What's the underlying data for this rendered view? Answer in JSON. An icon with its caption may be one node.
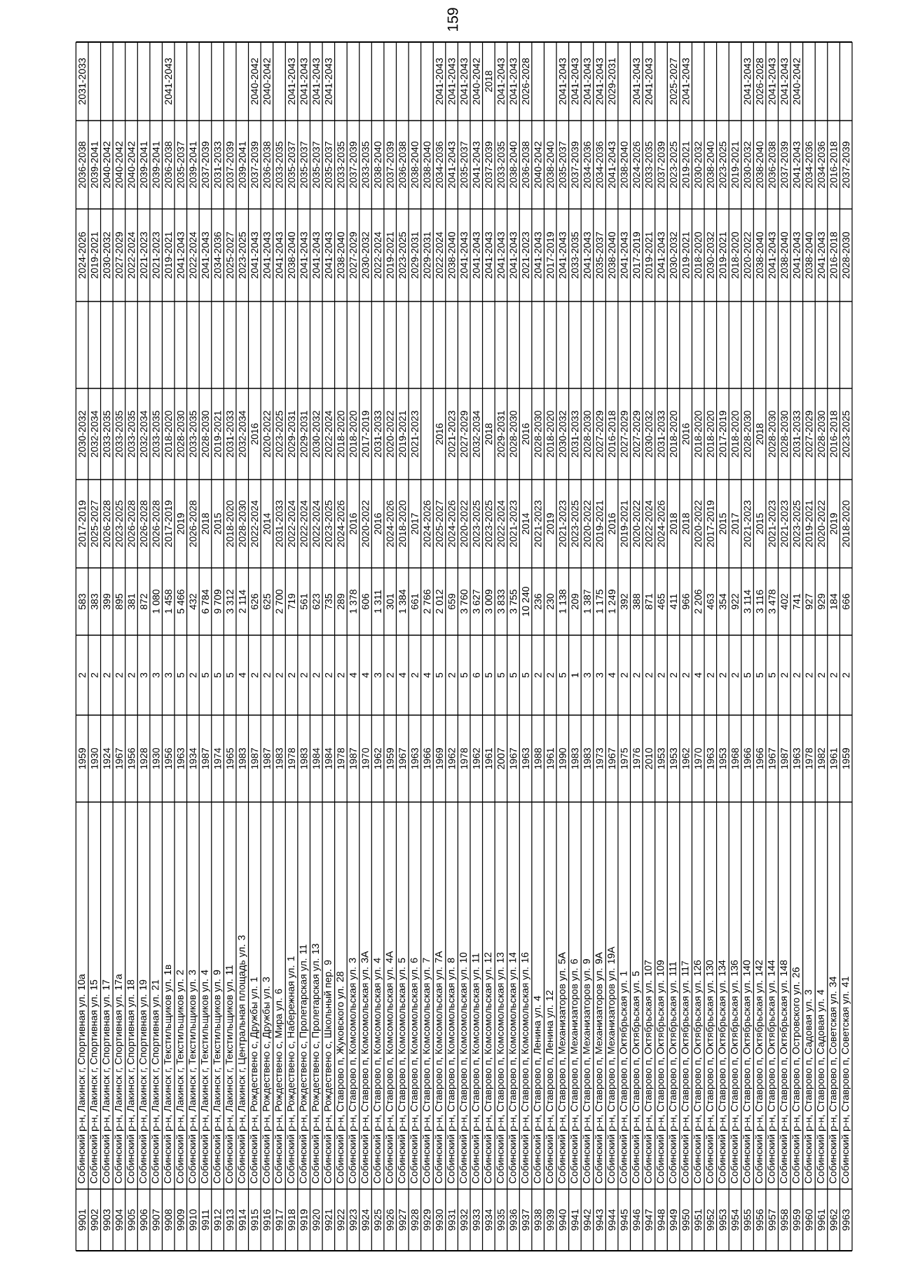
{
  "diagram": {
    "labels": [
      "159",
      "9901",
      "Собинский р-н, Лакинск г, Спортивная ул. 10а",
      "1959",
      "2",
      "583",
      "2017-2019",
      "2030-2032",
      "2024-2026",
      "2036-2038",
      "2031-2033",
      "9902",
      "Собинский р-н, Лакинск г, Спортивная ул. 15",
      "1930",
      "2",
      "383",
      "2025-2027",
      "2032-2034",
      "2019-2021",
      "2039-2041",
      "9903",
      "Собинский р-н, Лакинск г, Спортивная ул. 17",
      "1924",
      "2",
      "399",
      "2026-2028",
      "2033-2035",
      "2030-2032",
      "2040-2042",
      "9904",
      "Собинский р-н, Лакинск г, Спортивная ул. 17а",
      "1967",
      "2",
      "895",
      "2023-2025",
      "2033-2035",
      "2027-2029",
      "2040-2042",
      "9905",
      "Собинский р-н, Лакинск г, Спортивная ул. 18",
      "1956",
      "2",
      "381",
      "2026-2028",
      "2033-2035",
      "2022-2024",
      "2040-2042",
      "9906",
      "Собинский р-н, Лакинск г, Спортивная ул. 19",
      "1928",
      "3",
      "872",
      "2026-2028",
      "2032-2034",
      "2021-2023",
      "2039-2041",
      "9907",
      "Собинский р-н, Лакинск г, Спортивная ул. 21",
      "1930",
      "3",
      "1 080",
      "2026-2028",
      "2033-2035",
      "2021-2023",
      "2039-2041",
      "9908",
      "Собинский р-н, Лакинск г, Текстильщиков ул. 1в",
      "1956",
      "3",
      "1 458",
      "2017-2019",
      "2018-2020",
      "2019-2021",
      "2036-2038",
      "2041-2043",
      "9909",
      "Собинский р-н, Лакинск г, Текстильщиков ул. 2",
      "1963",
      "5",
      "5 466",
      "2019",
      "2028-2030",
      "2041-2043",
      "2035-2037",
      "9910",
      "Собинский р-н, Лакинск г, Текстильщиков ул. 3",
      "1934",
      "2",
      "432",
      "2026-2028",
      "2033-2035",
      "2022-2024",
      "2039-2041",
      "9911",
      "Собинский р-н, Лакинск г, Текстильщиков ул. 4",
      "1987",
      "5",
      "6 784",
      "2018",
      "2028-2030",
      "2041-2043",
      "2037-2039",
      "9912",
      "Собинский р-н, Лакинск г, Текстильщиков ул. 9",
      "1974",
      "5",
      "9 709",
      "2015",
      "2019-2021",
      "2034-2036",
      "2031-2033",
      "9913",
      "Собинский р-н, Лакинск г, Текстильщиков ул. 11",
      "1965",
      "5",
      "3 312",
      "2018-2020",
      "2031-2033",
      "2025-2027",
      "2037-2039",
      "9914",
      "Собинский р-н, Лакинск г, Центральная площадь ул. 3",
      "1983",
      "4",
      "2 114",
      "2028-2030",
      "2032-2034",
      "2023-2025",
      "2039-2041",
      "9915",
      "Собинский р-н, Рождествено с, Дружбы ул. 1",
      "1987",
      "2",
      "626",
      "2022-2024",
      "2016",
      "2041-2043",
      "2037-2039",
      "2040-2042",
      "9916",
      "Собинский р-н, Рождествено с, Дружбы ул. 3",
      "1987",
      "2",
      "625",
      "2014",
      "2020-2022",
      "2041-2043",
      "2036-2038",
      "2040-2042",
      "9917",
      "Собинский р-н, Рождествено с, Мира ул. 6",
      "1983",
      "2",
      "2 700",
      "2031-2033",
      "2023-2025",
      "2041-2043",
      "2033-2035",
      "9918",
      "Собинский р-н, Рождествено с, Набережная ул. 1",
      "1978",
      "2",
      "719",
      "2022-2024",
      "2029-2031",
      "2038-2040",
      "2035-2037",
      "2041-2043",
      "9919",
      "Собинский р-н, Рождествено с, Пролетарская ул. 11",
      "1983",
      "2",
      "561",
      "2022-2024",
      "2029-2031",
      "2041-2043",
      "2035-2037",
      "2041-2043",
      "9920",
      "Собинский р-н, Рождествено с, Пролетарская ул. 13",
      "1984",
      "2",
      "623",
      "2022-2024",
      "2030-2032",
      "2041-2043",
      "2035-2037",
      "2041-2043",
      "9921",
      "Собинский р-н, Рождествено с, Школьный пер. 9",
      "1984",
      "2",
      "735",
      "2023-2025",
      "2022-2024",
      "2041-2043",
      "2035-2037",
      "2041-2043",
      "9922",
      "Собинский р-н, Ставрово п, Жуковского ул. 28",
      "1978",
      "2",
      "289",
      "2024-2026",
      "2018-2020",
      "2038-2040",
      "2033-2035",
      "9923",
      "Собинский р-н, Ставрово п, Комсомольская ул. 3",
      "1987",
      "4",
      "1 378",
      "2016",
      "2018-2020",
      "2027-2029",
      "2037-2039",
      "9924",
      "Собинский р-н, Ставрово п, Комсомольская ул. 3А",
      "1970",
      "4",
      "606",
      "2020-2022",
      "2017-2019",
      "2030-2032",
      "2033-2035",
      "9925",
      "Собинский р-н, Ставрово п, Комсомольская ул. 4",
      "1962",
      "3",
      "1 311",
      "2016",
      "2031-2033",
      "2022-2024",
      "2038-2040",
      "9926",
      "Собинский р-н, Ставрово п, Комсомольская ул. 4А",
      "1959",
      "2",
      "301",
      "2024-2026",
      "2020-2022",
      "2019-2021",
      "2037-2039",
      "9927",
      "Собинский р-н, Ставрово п, Комсомольская ул. 5",
      "1967",
      "4",
      "1 384",
      "2018-2020",
      "2019-2021",
      "2023-2025",
      "2036-2038",
      "9928",
      "Собинский р-н, Ставрово п, Комсомольская ул. 6",
      "1963",
      "2",
      "661",
      "2017",
      "2021-2023",
      "2029-2031",
      "2038-2040",
      "9929",
      "Собинский р-н, Ставрово п, Комсомольская ул. 7",
      "1966",
      "4",
      "2 766",
      "2024-2026",
      "2029-2031",
      "2038-2040",
      "9930",
      "Собинский р-н, Ставрово п, Комсомольская ул. 7А",
      "1969",
      "5",
      "2 012",
      "2025-2027",
      "2016",
      "2022-2024",
      "2034-2036",
      "2041-2043",
      "9931",
      "Собинский р-н, Ставрово п, Комсомольская ул. 8",
      "1962",
      "2",
      "659",
      "2024-2026",
      "2021-2023",
      "2038-2040",
      "2041-2043",
      "2041-2043",
      "9932",
      "Собинский р-н, Ставрово п, Комсомольская ул. 10",
      "1978",
      "5",
      "3 760",
      "2020-2022",
      "2027-2029",
      "2041-2043",
      "2035-2037",
      "2041-2043",
      "9933",
      "Собинский р-н, Ставрово п, Комсомольская ул. 11",
      "1962",
      "6",
      "3 627",
      "2023-2025",
      "2032-2034",
      "2041-2043",
      "2041-2043",
      "2040-2042",
      "9934",
      "Собинский р-н, Ставрово п, Комсомольская ул. 12",
      "1961",
      "5",
      "3 009",
      "2023-2025",
      "2018",
      "2041-2043",
      "2037-2039",
      "2018",
      "9935",
      "Собинский р-н, Ставрово п, Комсомольская ул. 13",
      "2007",
      "5",
      "3 833",
      "2022-2024",
      "2029-2031",
      "2041-2043",
      "2033-2035",
      "2041-2043",
      "9936",
      "Собинский р-н, Ставрово п, Комсомольская ул. 14",
      "1967",
      "5",
      "3 755",
      "2021-2023",
      "2028-2030",
      "2041-2043",
      "2038-2040",
      "2041-2043",
      "9937",
      "Собинский р-н, Ставрово п, Комсомольская ул. 16",
      "1963",
      "5",
      "10 240",
      "2014",
      "2016",
      "2021-2023",
      "2036-2038",
      "2026-2028",
      "9938",
      "Собинский р-н, Ставрово п, Ленина ул. 4",
      "1988",
      "2",
      "236",
      "2021-2023",
      "2028-2030",
      "2041-2043",
      "2040-2042",
      "9939",
      "Собинский р-н, Ставрово п, Ленина ул. 12",
      "1961",
      "2",
      "230",
      "2019",
      "2018-2020",
      "2017-2019",
      "2038-2040",
      "9940",
      "Собинский р-н, Ставрово п, Механизаторов ул. 5А",
      "1990",
      "5",
      "1 138",
      "2021-2023",
      "2030-2032",
      "2041-2043",
      "2035-2037",
      "2041-2043",
      "9941",
      "Собинский р-н, Ставрово п, Механизаторов ул. 6",
      "1983",
      "1",
      "209",
      "2023-2025",
      "2031-2033",
      "2033-2035",
      "2037-2039",
      "2041-2043",
      "9942",
      "Собинский р-н, Ставрово п, Механизаторов ул. 9",
      "1983",
      "3",
      "1 387",
      "2020-2022",
      "2028-2030",
      "2041-2043",
      "2034-2036",
      "2041-2043",
      "9943",
      "Собинский р-н, Ставрово п, Механизаторов ул. 9А",
      "1973",
      "3",
      "1 175",
      "2019-2021",
      "2027-2029",
      "2035-2037",
      "2034-2036",
      "2041-2043",
      "9944",
      "Собинский р-н, Ставрово п, Механизаторов ул. 19А",
      "1967",
      "4",
      "1 249",
      "2016",
      "2016-2018",
      "2038-2040",
      "2041-2043",
      "2029-2031",
      "9945",
      "Собинский р-н, Ставрово п, Октябрьская ул. 1",
      "1975",
      "2",
      "392",
      "2019-2021",
      "2027-2029",
      "2041-2043",
      "2038-2040",
      "9946",
      "Собинский р-н, Ставрово п, Октябрьская ул. 5",
      "1976",
      "2",
      "388",
      "2020-2022",
      "2027-2029",
      "2017-2019",
      "2024-2026",
      "2041-2043",
      "9947",
      "Собинский р-н, Ставрово п, Октябрьская ул. 107",
      "2010",
      "2",
      "871",
      "2022-2024",
      "2030-2032",
      "2019-2021",
      "2033-2035",
      "2041-2043",
      "9948",
      "Собинский р-н, Ставрово п, Октябрьская ул. 109",
      "1953",
      "2",
      "465",
      "2024-2026",
      "2031-2033",
      "2041-2043",
      "2037-2039",
      "9949",
      "Собинский р-н, Ставрово п, Октябрьская ул. 111",
      "1953",
      "2",
      "411",
      "2018",
      "2018-2020",
      "2030-2032",
      "2023-2025",
      "2025-2027",
      "9950",
      "Собинский р-н, Ставрово п, Октябрьская ул. 117",
      "1962",
      "2",
      "966",
      "2018",
      "2016",
      "2019-2021",
      "2019-2021",
      "2041-2043",
      "9951",
      "Собинский р-н, Ставрово п, Октябрьская ул. 126",
      "1970",
      "4",
      "2 206",
      "2020-2022",
      "2018-2020",
      "2018-2020",
      "2030-2032",
      "9952",
      "Собинский р-н, Ставрово п, Октябрьская ул. 130",
      "1963",
      "2",
      "463",
      "2017-2019",
      "2018-2020",
      "2030-2032",
      "2038-2040",
      "9953",
      "Собинский р-н, Ставрово п, Октябрьская ул. 134",
      "1953",
      "2",
      "354",
      "2015",
      "2017-2019",
      "2019-2021",
      "2023-2025",
      "9954",
      "Собинский р-н, Ставрово п, Октябрьская ул. 136",
      "1968",
      "2",
      "922",
      "2017",
      "2018-2020",
      "2018-2020",
      "2019-2021",
      "9955",
      "Собинский р-н, Ставрово п, Октябрьская ул. 140",
      "1966",
      "5",
      "3 114",
      "2021-2023",
      "2028-2030",
      "2020-2022",
      "2030-2032",
      "2041-2043",
      "9956",
      "Собинский р-н, Ставрово п, Октябрьская ул. 142",
      "1966",
      "5",
      "3 116",
      "2015",
      "2018",
      "2038-2040",
      "2038-2040",
      "2026-2028",
      "9957",
      "Собинский р-н, Ставрово п, Октябрьская ул. 144",
      "1967",
      "5",
      "3 478",
      "2021-2023",
      "2028-2030",
      "2041-2043",
      "2036-2038",
      "2041-2043",
      "9958",
      "Собинский р-н, Ставрово п, Октябрьская ул. 148",
      "1987",
      "2",
      "402",
      "2021-2023",
      "2028-2030",
      "2038-2040",
      "2037-2039",
      "2041-2043",
      "9959",
      "Собинский р-н, Ставрово п, Островского ул. 26",
      "1963",
      "2",
      "741",
      "2023-2025",
      "2031-2033",
      "2041-2043",
      "2041-2043",
      "2040-2042",
      "9960",
      "Собинский р-н, Ставрово п, Садовая ул. 3",
      "1978",
      "2",
      "927",
      "2019-2021",
      "2027-2029",
      "2038-2040",
      "2034-2036",
      "9961",
      "Собинский р-н, Ставрово п, Садовая ул. 4",
      "1982",
      "2",
      "929",
      "2020-2022",
      "2028-2030",
      "2041-2043",
      "2034-2036",
      "9962",
      "Собинский р-н, Ставрово п, Советская ул. 34",
      "1961",
      "2",
      "184",
      "2019",
      "2016-2018",
      "2016-2018",
      "2016-2018",
      "9963",
      "Собинский р-н, Ставрово п, Советская ул. 41",
      "1959",
      "2",
      "666",
      "2018-2020",
      "2023-2025",
      "2028-2030",
      "2037-2039"
    ]
  }
}
